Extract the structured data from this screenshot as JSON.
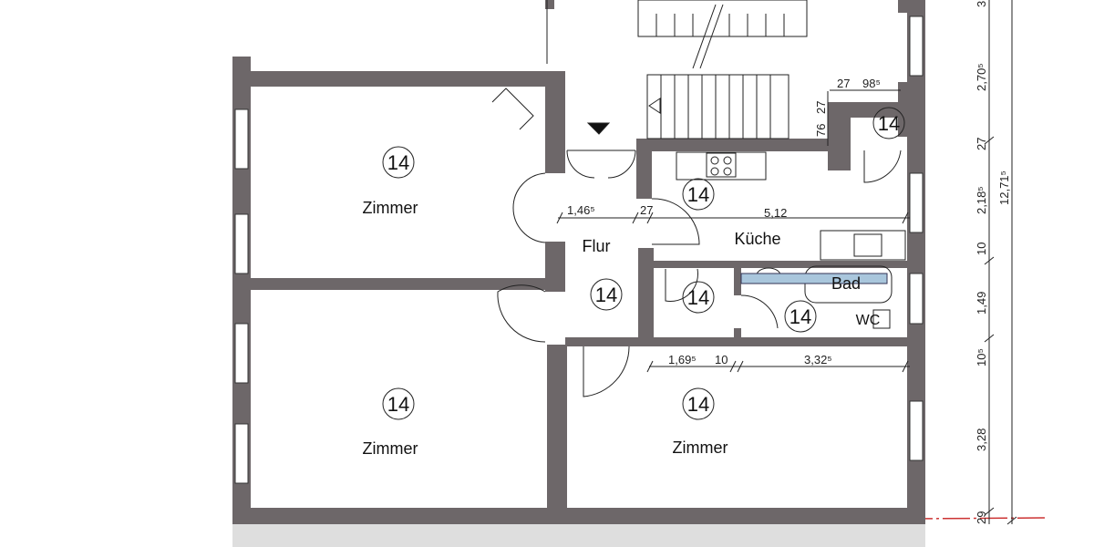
{
  "rooms": {
    "zimmer_top_left": {
      "label": "Zimmer",
      "tag": "14"
    },
    "zimmer_bottom_left": {
      "label": "Zimmer",
      "tag": "14"
    },
    "zimmer_bottom_right": {
      "label": "Zimmer",
      "tag": "14"
    },
    "flur": {
      "label": "Flur",
      "tag": "14"
    },
    "kueche": {
      "label": "Küche",
      "tag": "14"
    },
    "abstell": {
      "tag": "14"
    },
    "bad": {
      "label": "Bad",
      "tag": "14"
    },
    "wc": {
      "label": "WC"
    },
    "balcony": {
      "tag": "14"
    }
  },
  "dimensions": {
    "horizontal": [
      "1,46⁵",
      "27",
      "5,12",
      "1,69⁵",
      "10",
      "3,32⁵",
      "27",
      "98⁵"
    ],
    "vertical_small": [
      "76",
      "27"
    ],
    "right_chain": [
      "3",
      "2,70⁵",
      "27",
      "2,18⁵",
      "10",
      "1,49",
      "10⁵",
      "3,28",
      "29"
    ],
    "total": "12,71⁵"
  },
  "colors": {
    "wall": "#6d6769",
    "bath_bar": "#a9c6dc",
    "ground_line": "#cc3333"
  }
}
